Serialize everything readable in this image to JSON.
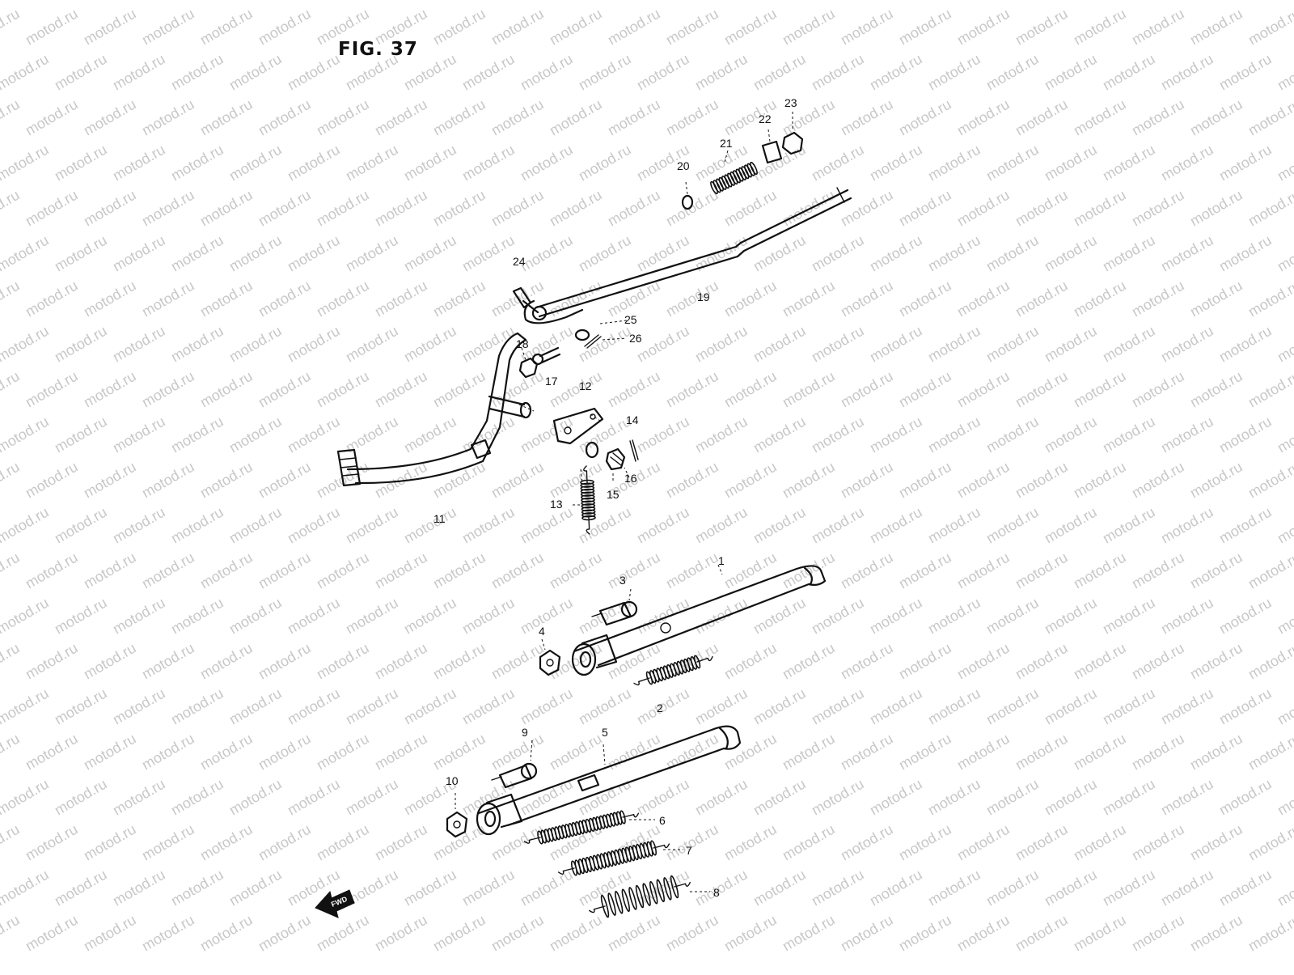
{
  "figure": {
    "title": "FIG. 37"
  },
  "watermark": {
    "text": "motod.ru"
  },
  "fwd_arrow": {
    "label": "FWD"
  },
  "callouts": [
    "1",
    "2",
    "3",
    "4",
    "5",
    "6",
    "7",
    "8",
    "9",
    "10",
    "11",
    "12",
    "13",
    "14",
    "15",
    "16",
    "17",
    "18",
    "19",
    "20",
    "21",
    "22",
    "23",
    "24",
    "25",
    "26"
  ],
  "colors": {
    "ink": "#111111",
    "watermark": "#c8c8c8",
    "background": "#ffffff"
  }
}
